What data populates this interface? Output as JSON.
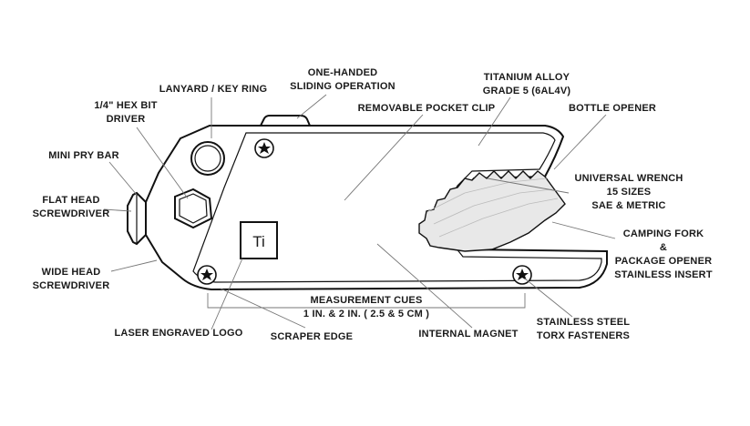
{
  "colors": {
    "ink": "#111111",
    "leader": "#777777",
    "background": "#ffffff",
    "wrench_shade": "#e8e8e8"
  },
  "logo": {
    "text": "Ti"
  },
  "labels": {
    "lanyard": "LANYARD / KEY RING",
    "one_handed_1": "ONE-HANDED",
    "one_handed_2": "SLIDING OPERATION",
    "titanium_1": "TITANIUM ALLOY",
    "titanium_2": "GRADE 5 (6AL4V)",
    "hex_bit_1": "1/4\" HEX BIT",
    "hex_bit_2": "DRIVER",
    "pocket_clip": "REMOVABLE POCKET CLIP",
    "bottle_opener": "BOTTLE OPENER",
    "mini_pry": "MINI PRY BAR",
    "wrench_1": "UNIVERSAL WRENCH",
    "wrench_2": "15 SIZES",
    "wrench_3": "SAE & METRIC",
    "flat_head_1": "FLAT HEAD",
    "flat_head_2": "SCREWDRIVER",
    "camping_1": "CAMPING FORK",
    "camping_2": "&",
    "camping_3": "PACKAGE OPENER",
    "camping_4": "STAINLESS INSERT",
    "wide_head_1": "WIDE HEAD",
    "wide_head_2": "SCREWDRIVER",
    "measure_1": "MEASUREMENT CUES",
    "measure_2": "1 IN. & 2 IN. ( 2.5 & 5 CM )",
    "laser_logo": "LASER ENGRAVED LOGO",
    "scraper": "SCRAPER EDGE",
    "magnet": "INTERNAL MAGNET",
    "torx_1": "STAINLESS STEEL",
    "torx_2": "TORX FASTENERS"
  }
}
